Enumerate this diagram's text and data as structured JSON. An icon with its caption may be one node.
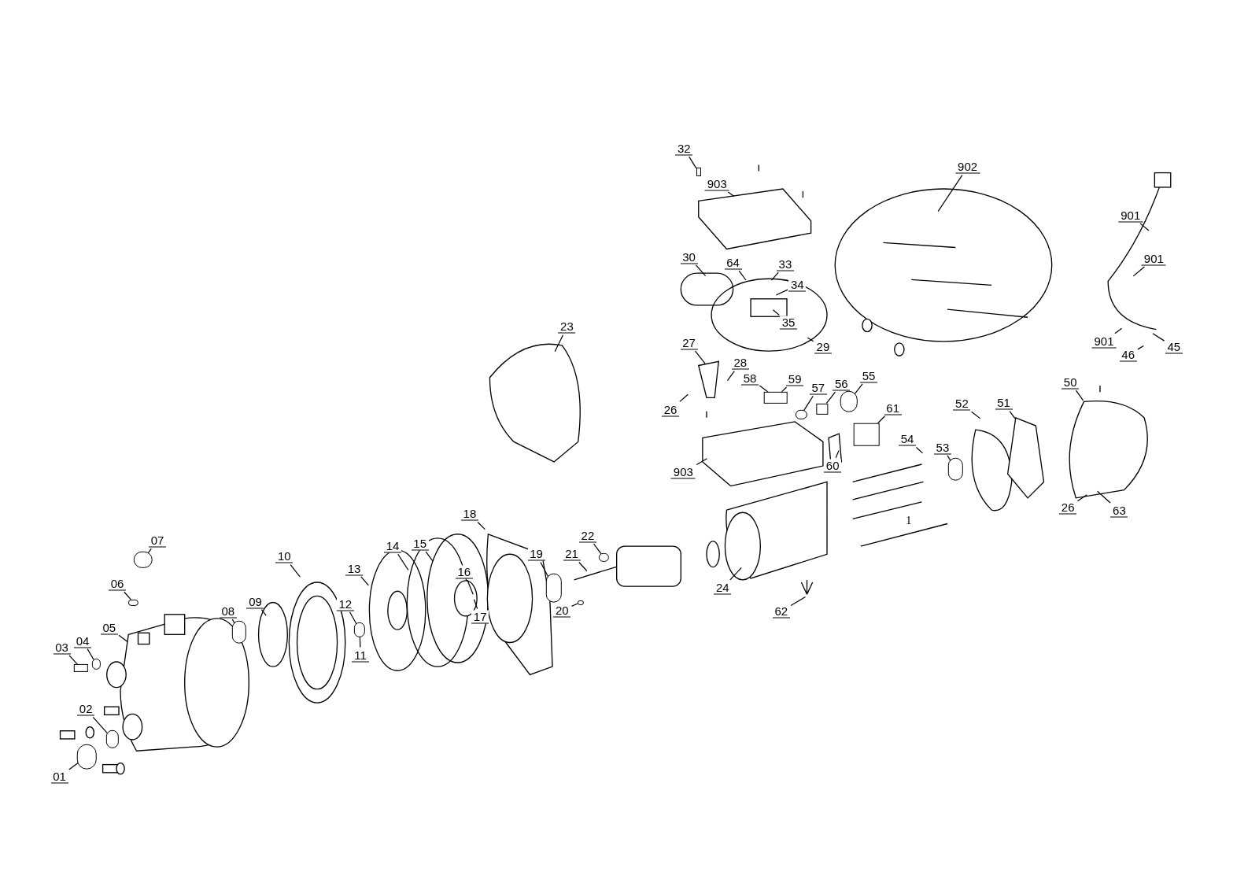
{
  "diagram": {
    "nodes": [
      {
        "text": [
          "32"
        ]
      },
      {
        "text": [
          "903"
        ]
      },
      {
        "text": [
          "902"
        ]
      },
      {
        "text": [
          "901"
        ]
      },
      {
        "text": [
          "901"
        ]
      },
      {
        "text": [
          "901"
        ]
      },
      {
        "text": [
          "46"
        ]
      },
      {
        "text": [
          "45"
        ]
      },
      {
        "text": [
          "30"
        ]
      },
      {
        "text": [
          "64"
        ]
      },
      {
        "text": [
          "33"
        ]
      },
      {
        "text": [
          "34"
        ]
      },
      {
        "text": [
          "35"
        ]
      },
      {
        "text": [
          "29"
        ]
      },
      {
        "text": [
          "23"
        ]
      },
      {
        "text": [
          "27"
        ]
      },
      {
        "text": [
          "28"
        ]
      },
      {
        "text": [
          "26"
        ]
      },
      {
        "text": [
          "58"
        ]
      },
      {
        "text": [
          "59"
        ]
      },
      {
        "text": [
          "57"
        ]
      },
      {
        "text": [
          "56"
        ]
      },
      {
        "text": [
          "55"
        ]
      },
      {
        "text": [
          "61"
        ]
      },
      {
        "text": [
          "54"
        ]
      },
      {
        "text": [
          "60"
        ]
      },
      {
        "text": [
          "903"
        ]
      },
      {
        "text": [
          "52"
        ]
      },
      {
        "text": [
          "51"
        ]
      },
      {
        "text": [
          "50"
        ]
      },
      {
        "text": [
          "53"
        ]
      },
      {
        "text": [
          "26"
        ]
      },
      {
        "text": [
          "63"
        ]
      },
      {
        "text": [
          "24"
        ]
      },
      {
        "text": [
          "62"
        ]
      },
      {
        "text": [
          "22"
        ]
      },
      {
        "text": [
          "21"
        ]
      },
      {
        "text": [
          "19"
        ]
      },
      {
        "text": [
          "20"
        ]
      },
      {
        "text": [
          "18"
        ]
      },
      {
        "text": [
          "16"
        ]
      },
      {
        "text": [
          "17"
        ]
      },
      {
        "text": [
          "15"
        ]
      },
      {
        "text": [
          "14"
        ]
      },
      {
        "text": [
          "13"
        ]
      },
      {
        "text": [
          "12"
        ]
      },
      {
        "text": [
          "11"
        ]
      },
      {
        "text": [
          "10"
        ]
      },
      {
        "text": [
          "09"
        ]
      },
      {
        "text": [
          "08"
        ]
      },
      {
        "text": [
          "07"
        ]
      },
      {
        "text": [
          "06"
        ]
      },
      {
        "text": [
          "05"
        ]
      },
      {
        "text": [
          "04"
        ]
      },
      {
        "text": [
          "03"
        ]
      },
      {
        "text": [
          "02"
        ]
      },
      {
        "text": [
          "01"
        ]
      },
      {
        "text": [],
        "shape": "box"
      },
      {
        "text": [],
        "shape": "box"
      },
      {
        "text": [],
        "shape": "circle"
      },
      {
        "text": [],
        "shape": "box"
      },
      {
        "text": [],
        "shape": "circle"
      },
      {
        "text": [],
        "shape": "box"
      },
      {
        "text": [],
        "shape": "circle"
      },
      {
        "text": [],
        "shape": "circle"
      },
      {
        "text": [],
        "shape": "circle"
      },
      {
        "text": [],
        "shape": "circle"
      },
      {
        "text": [],
        "shape": "circle"
      },
      {
        "text": [],
        "shape": "circle"
      },
      {
        "text": [],
        "shape": "circle"
      },
      {
        "text": [],
        "shape": "circle"
      },
      {
        "text": [],
        "shape": "circle"
      },
      {
        "text": [],
        "shape": "box"
      },
      {
        "text": [],
        "shape": "circle"
      },
      {
        "text": [],
        "shape": "circle"
      }
    ],
    "edges": [
      {
        "from": 0,
        "to": 57,
        "arrow": "none"
      },
      {
        "from": 1,
        "to": null,
        "arrow": "none"
      },
      {
        "from": 2,
        "to": null,
        "arrow": "none"
      },
      {
        "from": 3,
        "to": null,
        "arrow": "none"
      },
      {
        "from": 4,
        "to": null,
        "arrow": "none"
      },
      {
        "from": 5,
        "to": null,
        "arrow": "none"
      },
      {
        "from": 6,
        "to": null,
        "arrow": "none"
      },
      {
        "from": 7,
        "to": null,
        "arrow": "none"
      },
      {
        "from": 8,
        "to": null,
        "arrow": "none"
      },
      {
        "from": 9,
        "to": null,
        "arrow": "none"
      },
      {
        "from": 10,
        "to": null,
        "arrow": "none"
      },
      {
        "from": 11,
        "to": null,
        "arrow": "none"
      },
      {
        "from": 12,
        "to": null,
        "arrow": "none"
      },
      {
        "from": 13,
        "to": null,
        "arrow": "none"
      },
      {
        "from": 14,
        "to": null,
        "arrow": "none"
      },
      {
        "from": 15,
        "to": null,
        "arrow": "none"
      },
      {
        "from": 16,
        "to": null,
        "arrow": "none"
      },
      {
        "from": 17,
        "to": null,
        "arrow": "none"
      },
      {
        "from": 18,
        "to": 58,
        "arrow": "none"
      },
      {
        "from": 19,
        "to": 58,
        "arrow": "none"
      },
      {
        "from": 20,
        "to": 59,
        "arrow": "none"
      },
      {
        "from": 21,
        "to": 60,
        "arrow": "none"
      },
      {
        "from": 22,
        "to": 61,
        "arrow": "none"
      },
      {
        "from": 23,
        "to": 62,
        "arrow": "none"
      },
      {
        "from": 24,
        "to": null,
        "arrow": "none"
      },
      {
        "from": 25,
        "to": null,
        "arrow": "none"
      },
      {
        "from": 26,
        "to": null,
        "arrow": "none"
      },
      {
        "from": 27,
        "to": null,
        "arrow": "none"
      },
      {
        "from": 28,
        "to": null,
        "arrow": "none"
      },
      {
        "from": 29,
        "to": null,
        "arrow": "none"
      },
      {
        "from": 30,
        "to": 63,
        "arrow": "none"
      },
      {
        "from": 31,
        "to": null,
        "arrow": "none"
      },
      {
        "from": 32,
        "to": null,
        "arrow": "none"
      },
      {
        "from": 33,
        "to": null,
        "arrow": "none"
      },
      {
        "from": 34,
        "to": null,
        "arrow": "none"
      },
      {
        "from": 35,
        "to": 64,
        "arrow": "none"
      },
      {
        "from": 36,
        "to": null,
        "arrow": "none"
      },
      {
        "from": 37,
        "to": 65,
        "arrow": "none"
      },
      {
        "from": 38,
        "to": 66,
        "arrow": "none"
      },
      {
        "from": 39,
        "to": null,
        "arrow": "none"
      },
      {
        "from": 40,
        "to": null,
        "arrow": "none"
      },
      {
        "from": 41,
        "to": null,
        "arrow": "none"
      },
      {
        "from": 42,
        "to": null,
        "arrow": "none"
      },
      {
        "from": 43,
        "to": null,
        "arrow": "none"
      },
      {
        "from": 44,
        "to": null,
        "arrow": "none"
      },
      {
        "from": 45,
        "to": 67,
        "arrow": "none"
      },
      {
        "from": 46,
        "to": 67,
        "arrow": "none"
      },
      {
        "from": 47,
        "to": null,
        "arrow": "none"
      },
      {
        "from": 48,
        "to": null,
        "arrow": "none"
      },
      {
        "from": 49,
        "to": 68,
        "arrow": "none"
      },
      {
        "from": 50,
        "to": 69,
        "arrow": "none"
      },
      {
        "from": 51,
        "to": 70,
        "arrow": "none"
      },
      {
        "from": 52,
        "to": null,
        "arrow": "none"
      },
      {
        "from": 53,
        "to": 71,
        "arrow": "none"
      },
      {
        "from": 54,
        "to": 72,
        "arrow": "none"
      },
      {
        "from": 55,
        "to": 73,
        "arrow": "none"
      },
      {
        "from": 56,
        "to": 74,
        "arrow": "none"
      }
    ],
    "labels": [
      "1"
    ]
  }
}
